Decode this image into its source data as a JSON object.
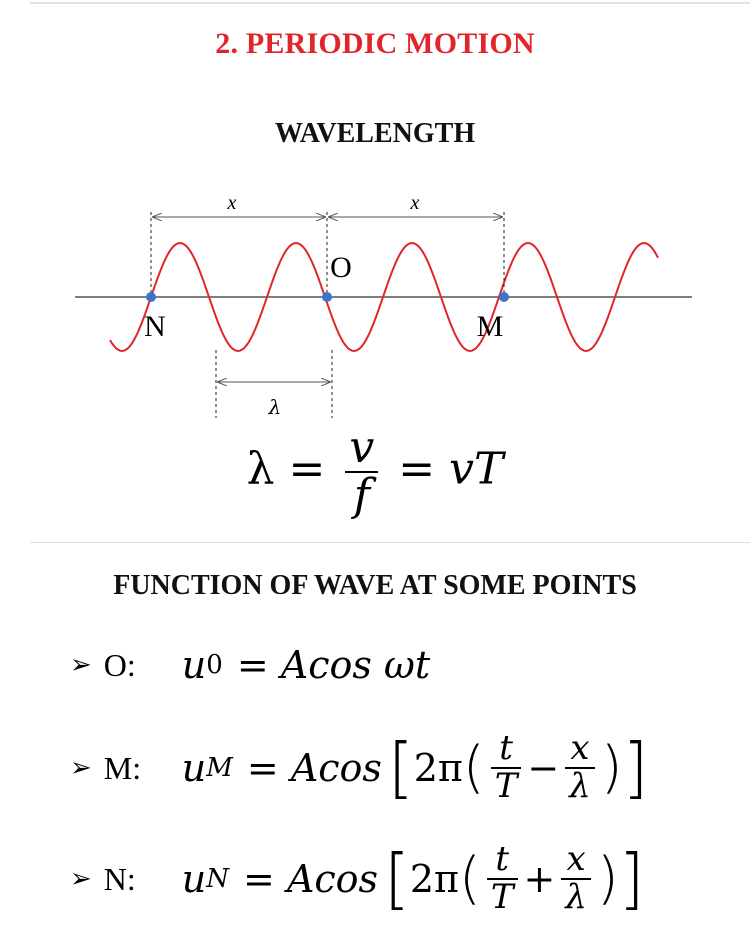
{
  "title": "2. PERIODIC MOTION",
  "wavelength_heading": "WAVELENGTH",
  "diagram": {
    "point_O": "O",
    "point_N": "N",
    "point_M": "M",
    "distance_label_left": "x",
    "distance_label_right": "x",
    "lambda_label": "λ"
  },
  "main_formula": {
    "lhs": "λ =",
    "numerator": "v",
    "denominator": "f",
    "rhs": "= vT"
  },
  "function_heading": "FUNCTION OF WAVE AT SOME POINTS",
  "bullet_symbol": "➢",
  "equations": [
    {
      "point": "O:",
      "u": "u",
      "sub": "0",
      "body": "= Acos ωt"
    },
    {
      "point": "M:",
      "u": "u",
      "sub": "M",
      "prefix": "= Acos",
      "two_pi": "2π",
      "t": "t",
      "T": "T",
      "op": "−",
      "x": "x",
      "lam": "λ"
    },
    {
      "point": "N:",
      "u": "u",
      "sub": "N",
      "prefix": "= Acos",
      "two_pi": "2π",
      "t": "t",
      "T": "T",
      "op": "+",
      "x": "x",
      "lam": "λ"
    }
  ],
  "colors": {
    "title": "#e0262a",
    "wave": "#e0262a",
    "point": "#3d74c8"
  }
}
